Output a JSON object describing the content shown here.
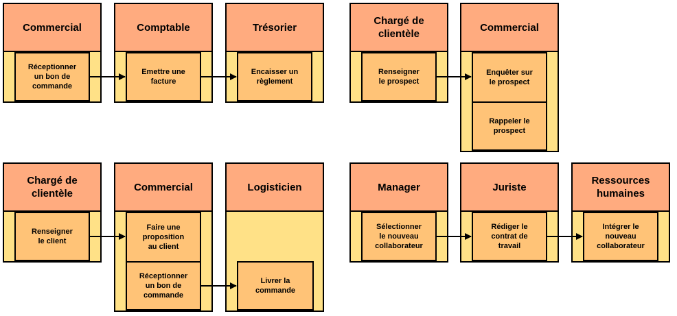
{
  "lanes": {
    "d1_commercial": "Commercial",
    "d1_comptable": "Comptable",
    "d1_tresorier": "Trésorier",
    "d2_charge": "Chargé de\nclientèle",
    "d2_commercial": "Commercial",
    "d3_charge": "Chargé de\nclientèle",
    "d3_commercial": "Commercial",
    "d3_logisticien": "Logisticien",
    "d4_manager": "Manager",
    "d4_juriste": "Juriste",
    "d4_rh": "Ressources\nhumaines"
  },
  "activities": {
    "d1_receptionner": "Réceptionner\nun bon de\ncommande",
    "d1_emettre": "Emettre une\nfacture",
    "d1_encaisser": "Encaisser un\nrèglement",
    "d2_renseigner": "Renseigner\nle prospect",
    "d2_enqueter": "Enquêter sur\nle prospect",
    "d2_rappeler": "Rappeler le\nprospect",
    "d3_renseigner": "Renseigner\nle client",
    "d3_proposition": "Faire une\nproposition\nau client",
    "d3_receptionner": "Réceptionner\nun bon de\ncommande",
    "d3_livrer": "Livrer la\ncommande",
    "d4_selectionner": "Sélectionner\nle nouveau\ncollaborateur",
    "d4_rediger": "Rédiger le\ncontrat de\ntravail",
    "d4_integrer": "Intégrer le\nnouveau\ncollaborateur"
  },
  "colors": {
    "lane_header": "#ffab7f",
    "lane_body": "#ffe187",
    "activity": "#ffc377",
    "border": "#000000"
  }
}
